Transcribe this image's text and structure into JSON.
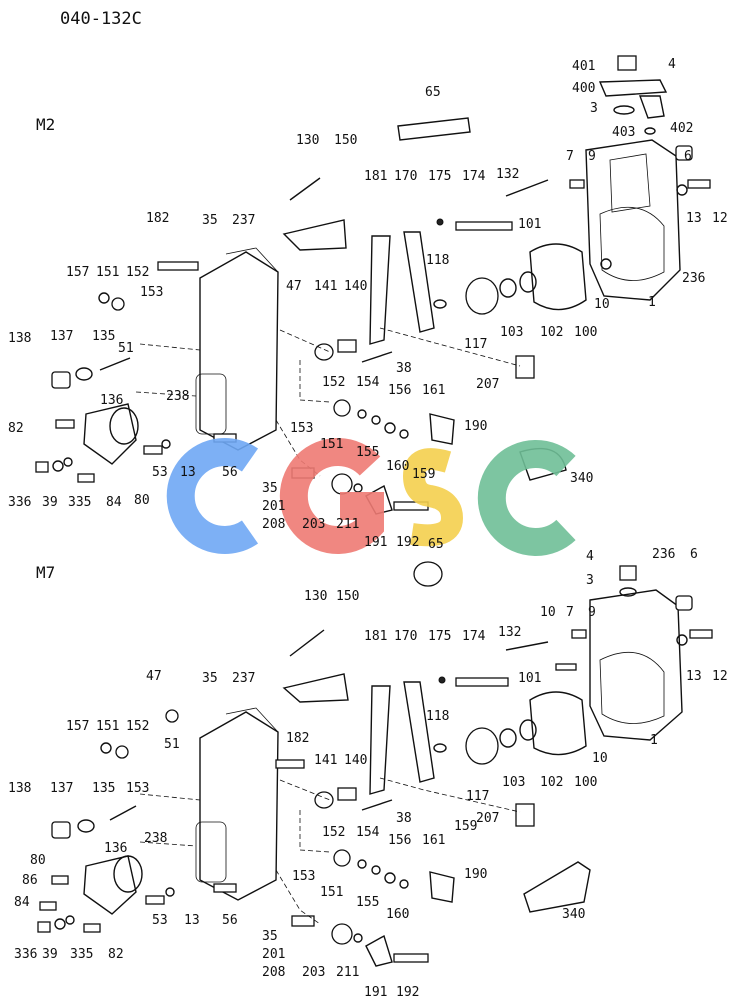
{
  "document_code": "040-132C",
  "sections": [
    {
      "name": "M2",
      "labels": [
        "401",
        "4",
        "400",
        "3",
        "403",
        "402",
        "65",
        "7",
        "9",
        "6",
        "130",
        "150",
        "181",
        "170",
        "175",
        "174",
        "132",
        "13",
        "12",
        "182",
        "35",
        "237",
        "101",
        "236",
        "157",
        "151",
        "152",
        "153",
        "47",
        "141",
        "140",
        "118",
        "10",
        "1",
        "117",
        "103",
        "102",
        "100",
        "138",
        "137",
        "135",
        "51",
        "136",
        "238",
        "152",
        "154",
        "156",
        "161",
        "207",
        "38",
        "82",
        "153",
        "151",
        "155",
        "160",
        "190",
        "159",
        "340",
        "53",
        "13",
        "56",
        "336",
        "39",
        "335",
        "84",
        "80",
        "35",
        "201",
        "208",
        "203",
        "211",
        "191",
        "192",
        "65"
      ]
    },
    {
      "name": "M7",
      "labels": [
        "4",
        "236",
        "6",
        "3",
        "130",
        "150",
        "181",
        "170",
        "175",
        "174",
        "132",
        "10",
        "7",
        "9",
        "13",
        "12",
        "47",
        "35",
        "237",
        "101",
        "10",
        "1",
        "157",
        "151",
        "152",
        "182",
        "141",
        "140",
        "118",
        "117",
        "103",
        "102",
        "100",
        "51",
        "153",
        "38",
        "207",
        "138",
        "137",
        "135",
        "238",
        "152",
        "154",
        "156",
        "161",
        "159",
        "136",
        "80",
        "153",
        "151",
        "155",
        "160",
        "190",
        "86",
        "84",
        "53",
        "13",
        "56",
        "340",
        "35",
        "201",
        "208",
        "336",
        "39",
        "335",
        "82",
        "203",
        "211",
        "191",
        "192"
      ]
    }
  ],
  "watermark_text": "CGSC",
  "watermark_colors": [
    "#6fa8f5",
    "#ef7b74",
    "#f4d04e",
    "#6fbf97"
  ]
}
